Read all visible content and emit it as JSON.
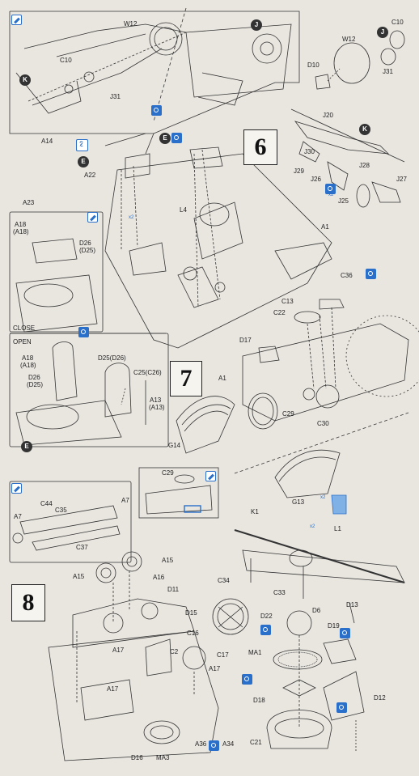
{
  "steps": {
    "s6": "6",
    "s7": "7",
    "s8": "8"
  },
  "callouts": {
    "J": "J",
    "K": "K",
    "E": "E"
  },
  "notes": {
    "close": "CLOSE",
    "open": "OPEN"
  },
  "icon_badge_text": {
    "two": "2",
    "two_b": "2",
    "x2": "2",
    "x2_b": "2",
    "x2_c": "2"
  },
  "small_text": {
    "t1": "x2",
    "t2": "x2",
    "t3": "x2",
    "t4": "x2",
    "t5": "x2"
  },
  "labels": [
    {
      "key": "w12a",
      "text": "W12"
    },
    {
      "key": "c10a",
      "text": "C10"
    },
    {
      "key": "j31a",
      "text": "J31"
    },
    {
      "key": "c10b",
      "text": "C10"
    },
    {
      "key": "w12b",
      "text": "W12"
    },
    {
      "key": "d10",
      "text": "D10"
    },
    {
      "key": "j31b",
      "text": "J31"
    },
    {
      "key": "j20",
      "text": "J20"
    },
    {
      "key": "j30",
      "text": "J30"
    },
    {
      "key": "j29",
      "text": "J29"
    },
    {
      "key": "j26",
      "text": "J26"
    },
    {
      "key": "j28",
      "text": "J28"
    },
    {
      "key": "j27",
      "text": "J27"
    },
    {
      "key": "j25",
      "text": "J25"
    },
    {
      "key": "a14",
      "text": "A14"
    },
    {
      "key": "a22",
      "text": "A22"
    },
    {
      "key": "a23",
      "text": "A23"
    },
    {
      "key": "l4",
      "text": "L4"
    },
    {
      "key": "a1a",
      "text": "A1"
    },
    {
      "key": "a18a",
      "text": "A18"
    },
    {
      "key": "a18b",
      "text": "(A18)"
    },
    {
      "key": "d26a",
      "text": "D26"
    },
    {
      "key": "d25a",
      "text": "(D25)"
    },
    {
      "key": "c36",
      "text": "C36"
    },
    {
      "key": "c13",
      "text": "C13"
    },
    {
      "key": "c22",
      "text": "C22"
    },
    {
      "key": "d17",
      "text": "D17"
    },
    {
      "key": "a18c",
      "text": "A18"
    },
    {
      "key": "a18d",
      "text": "(A18)"
    },
    {
      "key": "d26b",
      "text": "D26"
    },
    {
      "key": "d25b",
      "text": "(D25)"
    },
    {
      "key": "d25c",
      "text": "D25(D26)"
    },
    {
      "key": "c25",
      "text": "C25(C26)"
    },
    {
      "key": "a13",
      "text": "A13"
    },
    {
      "key": "a13b",
      "text": "(A13)"
    },
    {
      "key": "a1b",
      "text": "A1"
    },
    {
      "key": "c29a",
      "text": "C29"
    },
    {
      "key": "c30",
      "text": "C30"
    },
    {
      "key": "g14",
      "text": "G14"
    },
    {
      "key": "c29b",
      "text": "C29"
    },
    {
      "key": "g13",
      "text": "G13"
    },
    {
      "key": "l1",
      "text": "L1"
    },
    {
      "key": "c44",
      "text": "C44"
    },
    {
      "key": "c35",
      "text": "C35"
    },
    {
      "key": "a7a",
      "text": "A7"
    },
    {
      "key": "a7b",
      "text": "A7"
    },
    {
      "key": "c37",
      "text": "C37"
    },
    {
      "key": "k1",
      "text": "K1"
    },
    {
      "key": "c34",
      "text": "C34"
    },
    {
      "key": "c33",
      "text": "C33"
    },
    {
      "key": "a15a",
      "text": "A15"
    },
    {
      "key": "a15b",
      "text": "A15"
    },
    {
      "key": "a16",
      "text": "A16"
    },
    {
      "key": "d11",
      "text": "D11"
    },
    {
      "key": "d15",
      "text": "D15"
    },
    {
      "key": "c16",
      "text": "C16"
    },
    {
      "key": "a17a",
      "text": "A17"
    },
    {
      "key": "c2",
      "text": "C2"
    },
    {
      "key": "c17",
      "text": "C17"
    },
    {
      "key": "a17b",
      "text": "A17"
    },
    {
      "key": "a17c",
      "text": "A17"
    },
    {
      "key": "d22",
      "text": "D22"
    },
    {
      "key": "d6",
      "text": "D6"
    },
    {
      "key": "d13",
      "text": "D13"
    },
    {
      "key": "d19",
      "text": "D19"
    },
    {
      "key": "ma1",
      "text": "MA1"
    },
    {
      "key": "d18",
      "text": "D18"
    },
    {
      "key": "d12",
      "text": "D12"
    },
    {
      "key": "c21",
      "text": "C21"
    },
    {
      "key": "a36",
      "text": "A36"
    },
    {
      "key": "a34",
      "text": "A34"
    },
    {
      "key": "d16",
      "text": "D16"
    },
    {
      "key": "ma3",
      "text": "MA3"
    }
  ]
}
